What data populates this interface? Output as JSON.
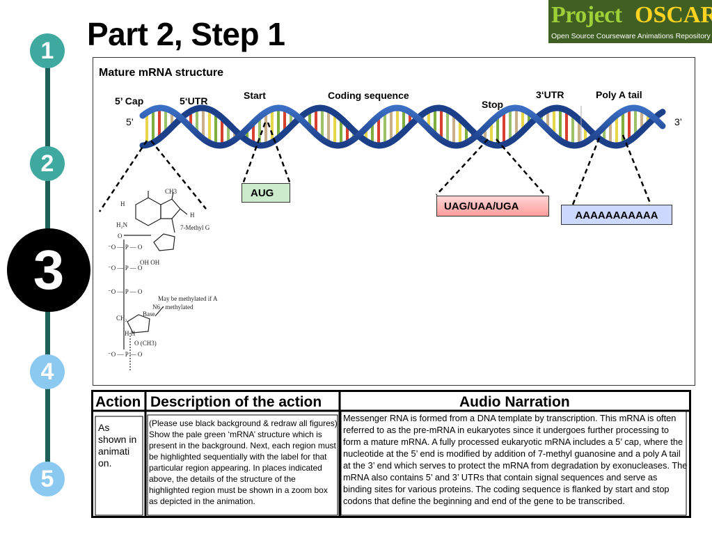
{
  "title": "Part 2, Step 1",
  "logo": {
    "word1": "Project",
    "word2": "OSCAR",
    "tagline": "Open Source Courseware Animations Repository"
  },
  "steps": [
    {
      "label": "1",
      "active": false,
      "color": "#3fa9a0"
    },
    {
      "label": "2",
      "active": false,
      "color": "#3fa9a0"
    },
    {
      "label": "3",
      "active": true,
      "color": "#000000"
    },
    {
      "label": "4",
      "active": false,
      "color": "#8cc9f0"
    },
    {
      "label": "5",
      "active": false,
      "color": "#8cc9f0"
    }
  ],
  "diagram": {
    "title": "Mature mRNA structure",
    "labels": {
      "cap": "5’ Cap",
      "utr5": "5‘UTR",
      "start": "Start",
      "coding": "Coding sequence",
      "stop": "Stop",
      "utr3": "3‘UTR",
      "polya": "Poly A tail",
      "end5": "5’",
      "end3": "3’"
    },
    "boxes": {
      "start": "AUG",
      "stop": "UAG/UAA/UGA",
      "polya": "AAAAAAAAAAA"
    },
    "cap_structure": {
      "methyl_label": "7-Methyl G",
      "note": "May be methylated if A",
      "n6": "N6 - methylated",
      "base": "Base",
      "ch3": "CH3",
      "och3": "O (CH3)"
    }
  },
  "table": {
    "headers": {
      "action": "Action",
      "description": "Description of the action",
      "audio": "Audio Narration"
    },
    "action": "As shown in animati on.",
    "description": "(Please use black background & redraw all figures)\nShow the pale green ‘mRNA’ structure which is present in the background. Next, each region must be highlighted sequentially with the label for that particular region appearing. In places indicated above, the details of the structure of the highlighted region must be shown in a zoom box as depicted in the animation.",
    "audio": "Messenger RNA is formed from a DNA template by transcription.  This mRNA is often referred to as the pre-mRNA in eukaryotes since it undergoes further processing to form a mature mRNA. A fully processed eukaryotic mRNA includes a 5’ cap, where the nucleotide at the 5’ end is modified by addition of 7-methyl guanosine and a poly A  tail at the  3’ end which serves to protect the mRNA from degradation by exonucleases. The mRNA also contains 5’ and 3’ UTRs that contain signal sequences and serve as binding sites for various proteins. The coding sequence is flanked by start and stop codons that  define the beginning and end of the gene to be transcribed."
  }
}
